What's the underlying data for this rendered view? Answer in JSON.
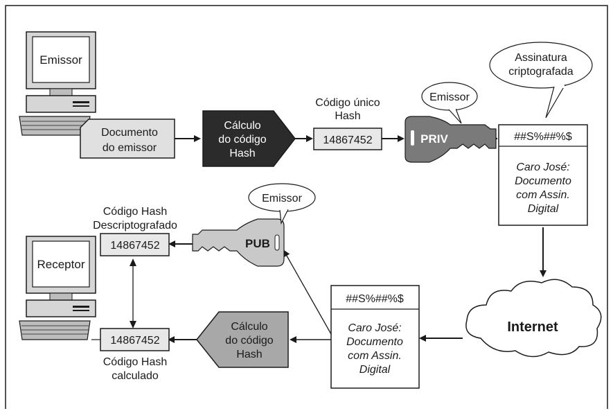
{
  "colors": {
    "frame": "#1a1a1a",
    "box_fill": "#e8e8e8",
    "dark_shape": "#2b2b2b",
    "medium_shape": "#a8a8a8",
    "key_dark": "#7a7a7a",
    "key_light": "#c9c9c9",
    "doc_fill": "#e0e0e0",
    "white": "#ffffff"
  },
  "icons": {
    "sender_computer": "desktop-computer-icon",
    "receiver_computer": "desktop-computer-icon",
    "private_key": "key-icon",
    "public_key": "key-icon",
    "internet": "cloud-icon"
  },
  "sender": {
    "screen_label": "Emissor",
    "document": [
      "Documento",
      "do emissor"
    ]
  },
  "hash_calc_top": [
    "Cálculo",
    "do código",
    "Hash"
  ],
  "unique_code": {
    "label": [
      "Código único",
      "Hash"
    ],
    "value": "14867452"
  },
  "private_key": {
    "label": "PRIV",
    "bubble": "Emissor"
  },
  "signed_doc_top": {
    "bubble": [
      "Assinatura",
      "criptografada"
    ],
    "header": "##S%##%$",
    "body": [
      "Caro José:",
      "Documento",
      "com Assin.",
      "Digital"
    ]
  },
  "internet_label": "Internet",
  "signed_doc_bottom": {
    "header": "##S%##%$",
    "body": [
      "Caro José:",
      "Documento",
      "com Assin.",
      "Digital"
    ]
  },
  "hash_calc_bottom": [
    "Cálculo",
    "do código",
    "Hash"
  ],
  "public_key": {
    "label": "PUB",
    "bubble": "Emissor"
  },
  "decrypted_hash": {
    "label": [
      "Código Hash",
      "Descriptografado"
    ],
    "value": "14867452"
  },
  "calculated_hash": {
    "label": [
      "Código Hash",
      "calculado"
    ],
    "value": "14867452"
  },
  "receiver": {
    "screen_label": "Receptor"
  }
}
